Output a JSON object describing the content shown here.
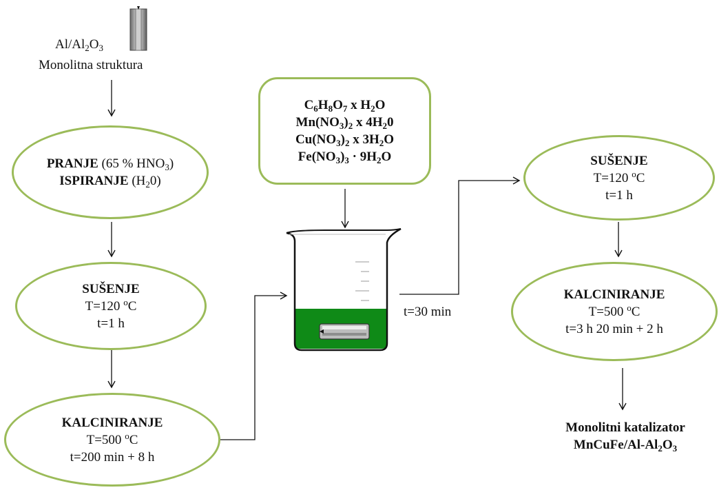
{
  "start": {
    "label_main": "Al/Al",
    "label_sub1": "2",
    "label_o": "O",
    "label_sub2": "3",
    "label_structure": "Monolitna  struktura"
  },
  "step1": {
    "line1_bold": "PRANJE",
    "line1_rest": " (65 % HNO",
    "line1_sub": "3",
    "line1_close": ")",
    "line2_bold": "ISPIRANJE",
    "line2_rest": " (H",
    "line2_sub": "2",
    "line2_close": "0)"
  },
  "step2": {
    "title": "SUŠENJE",
    "temp_pre": "T=120 ",
    "temp_deg": "o",
    "temp_post": "C",
    "time": "t=1 h"
  },
  "step3": {
    "title": "KALCINIRANJE",
    "temp_pre": "T=500 ",
    "temp_deg": "o",
    "temp_post": "C",
    "time": "t=200 min  + 8 h"
  },
  "reagents": {
    "r1": {
      "a": "C",
      "a_sub": "6",
      "b": "H",
      "b_sub": "8",
      "c": "O",
      "c_sub": "7",
      "rest": " x H",
      "rest_sub": "2",
      "end": "O"
    },
    "r2": {
      "a": "Mn(NO",
      "a_sub": "3",
      "b": ")",
      "b_sub": "2",
      "rest": " x 4H",
      "rest_sub": "2",
      "end": "0"
    },
    "r3": {
      "a": "Cu(NO",
      "a_sub": "3",
      "b": ")",
      "b_sub": "2",
      "rest": " x 3H",
      "rest_sub": "2",
      "end": "O"
    },
    "r4": {
      "a": "Fe(NO",
      "a_sub": "3",
      "b": ")",
      "b_sub": "3",
      "rest": " · 9H",
      "rest_sub": "2",
      "end": "O"
    }
  },
  "beaker_time": "t=30 min",
  "step4": {
    "title": "SUŠENJE",
    "temp_pre": "T=120 ",
    "temp_deg": "o",
    "temp_post": "C",
    "time": "t=1 h"
  },
  "step5": {
    "title": "KALCINIRANJE",
    "temp_pre": "T=500 ",
    "temp_deg": "o",
    "temp_post": "C",
    "time": "t=3 h 20 min  + 2 h"
  },
  "result": {
    "line1": "Monolitni katalizator",
    "line2_pre": "MnCuFe/Al-Al",
    "line2_sub1": "2",
    "line2_o": "O",
    "line2_sub2": "3"
  },
  "colors": {
    "ellipse_border": "#9bbb59",
    "liquid": "#0f8a17",
    "line": "#111111"
  }
}
